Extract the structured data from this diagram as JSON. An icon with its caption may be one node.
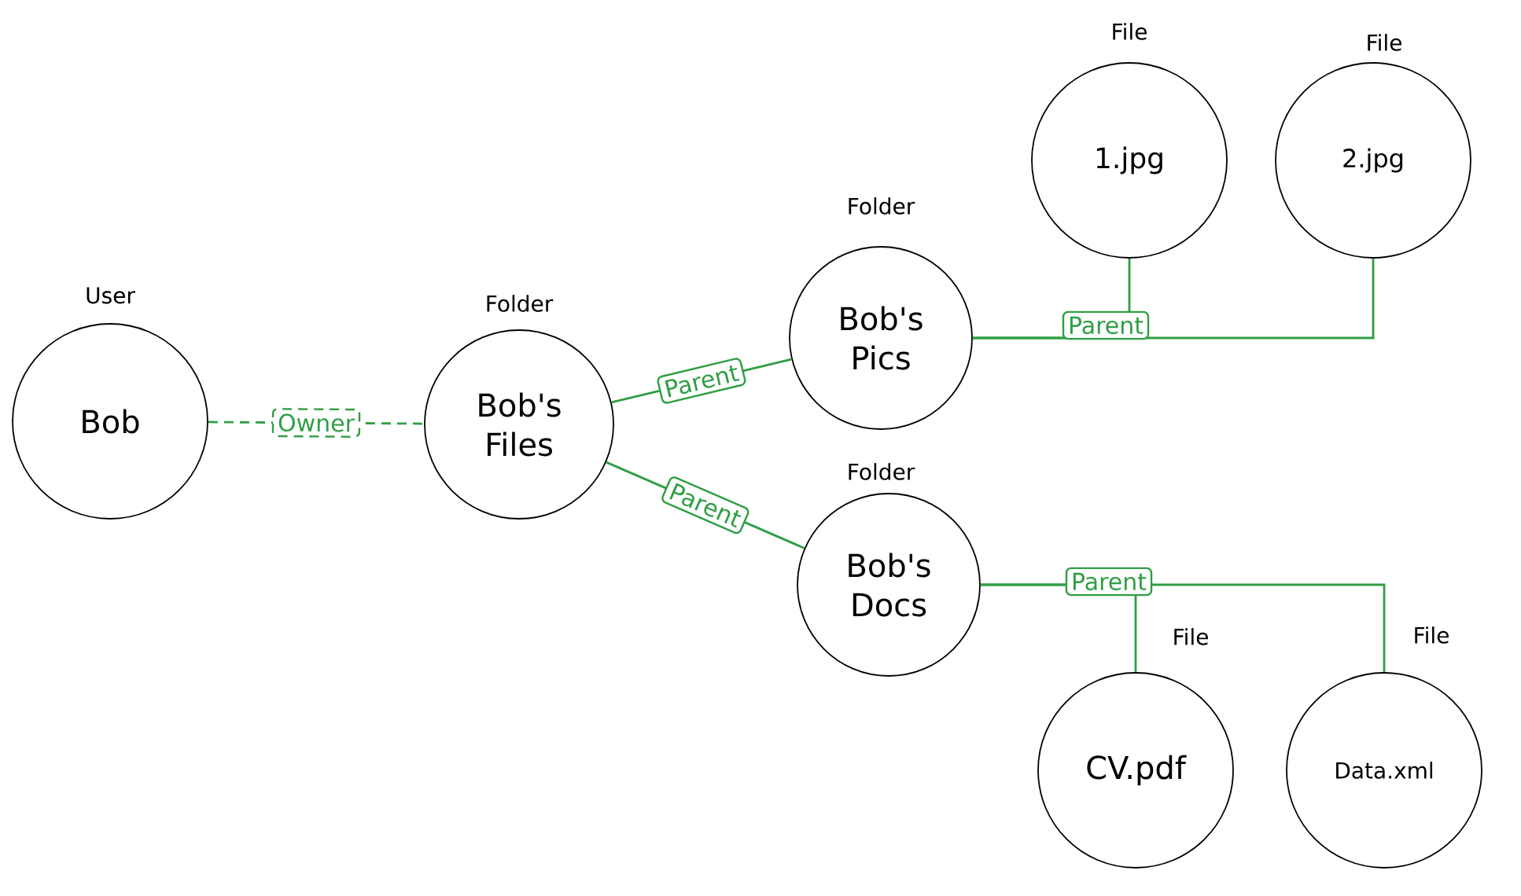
{
  "diagram": {
    "nodes": [
      {
        "text": [
          "Bob"
        ],
        "beside": [
          "User"
        ]
      },
      {
        "text": [
          "Bob's Files"
        ],
        "beside": [
          "Folder"
        ]
      },
      {
        "text": [
          "Bob's Pics"
        ],
        "beside": [
          "Folder"
        ]
      },
      {
        "text": [
          "Bob's Docs"
        ],
        "beside": [
          "Folder"
        ]
      },
      {
        "text": [
          "1.jpg"
        ],
        "beside": [
          "File"
        ]
      },
      {
        "text": [
          "2.jpg"
        ],
        "beside": [
          "File"
        ]
      },
      {
        "text": [
          "CV.pdf"
        ],
        "beside": [
          "File"
        ]
      },
      {
        "text": [
          "Data.xml"
        ],
        "beside": [
          "File"
        ]
      }
    ],
    "edges": [
      {
        "from": 0,
        "to": 1,
        "arrow": "none",
        "label": "Owner",
        "style": "dashed"
      },
      {
        "from": 1,
        "to": 2,
        "arrow": "none",
        "label": "Parent"
      },
      {
        "from": 1,
        "to": 3,
        "arrow": "none",
        "label": "Parent"
      },
      {
        "from": 2,
        "to": 4,
        "arrow": "none",
        "label": "Parent"
      },
      {
        "from": 2,
        "to": 5,
        "arrow": "none"
      },
      {
        "from": 3,
        "to": 6,
        "arrow": "none",
        "label": "Parent"
      },
      {
        "from": 3,
        "to": 7,
        "arrow": "none"
      }
    ]
  }
}
